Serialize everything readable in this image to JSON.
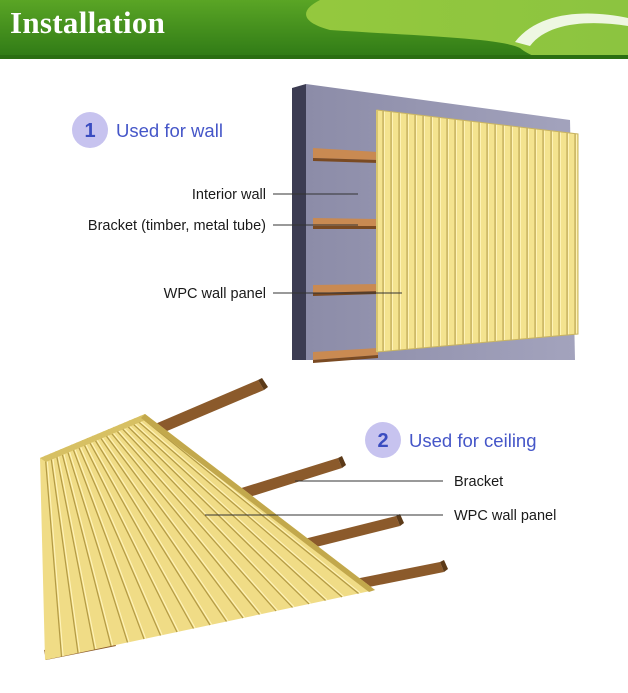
{
  "header": {
    "title": "Installation"
  },
  "wall": {
    "badge": "1",
    "title": "Used for wall",
    "labels": {
      "interior_wall": "Interior wall",
      "bracket": "Bracket (timber, metal tube)",
      "panel": "WPC wall panel"
    }
  },
  "ceiling": {
    "badge": "2",
    "title": "Used for ceiling",
    "labels": {
      "bracket": "Bracket",
      "panel": "WPC wall panel"
    }
  },
  "colors": {
    "header_green": "#3f8f1c",
    "header_light_green": "#8cc63f",
    "wall_grey": "#8a8aa6",
    "panel_yellow": "#f2e08a",
    "timber": "#8b5a2b",
    "badge_purple": "#c7c3ef",
    "text_blue": "#4556c8"
  }
}
